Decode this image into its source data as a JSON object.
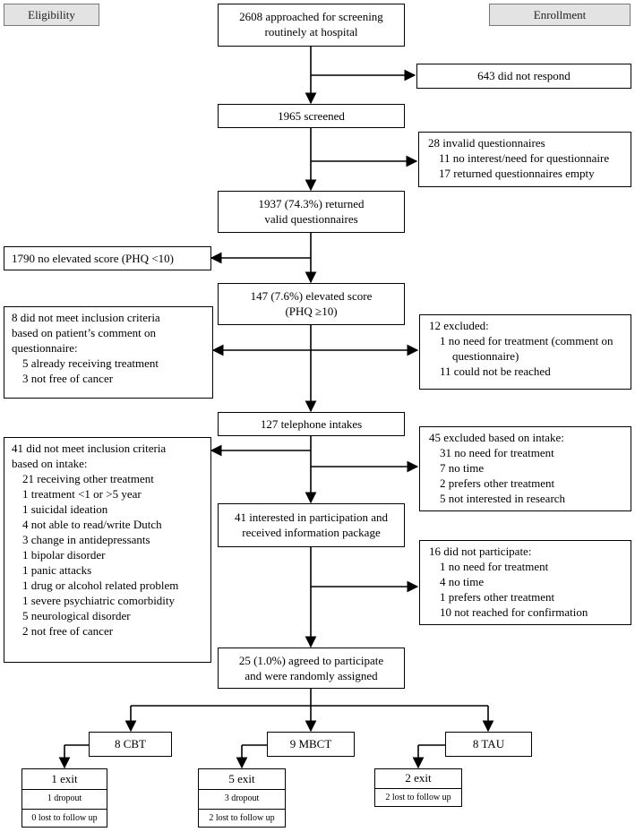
{
  "labels": {
    "eligibility": "Eligibility",
    "enrollment": "Enrollment"
  },
  "steps": {
    "approached": [
      "2608 approached for screening",
      "routinely at hospital"
    ],
    "not_respond": "643 did not respond",
    "screened": "1965 screened",
    "invalid": {
      "title": "28 invalid questionnaires",
      "items": [
        "11 no interest/need for questionnaire",
        "17 returned questionnaires empty"
      ]
    },
    "returned_valid": [
      "1937 (74.3%) returned",
      "valid questionnaires"
    ],
    "no_elevated": "1790 no elevated score (PHQ <10)",
    "elevated": [
      "147 (7.6%) elevated score",
      "(PHQ ≥10)"
    ],
    "inclusion_comment": {
      "title": [
        "8 did not meet inclusion criteria",
        "based on patient’s comment on",
        "questionnaire:"
      ],
      "items": [
        "5 already receiving treatment",
        "3 not free of cancer"
      ]
    },
    "excluded_12": {
      "title": "12 excluded:",
      "items": [
        "1 no need for treatment (comment on",
        "questionnaire)",
        "11 could not be reached"
      ]
    },
    "telephone": "127 telephone intakes",
    "inclusion_intake": {
      "title": [
        "41 did not meet inclusion criteria",
        "based on intake:"
      ],
      "items": [
        "21 receiving other treatment",
        "1 treatment <1 or >5 year",
        "1 suicidal ideation",
        "4 not able to read/write Dutch",
        "3 change in antidepressants",
        "1 bipolar disorder",
        "1 panic attacks",
        "1 drug or alcohol related problem",
        "1 severe psychiatric comorbidity",
        "5 neurological disorder",
        "2 not free of cancer"
      ]
    },
    "excluded_45": {
      "title": "45 excluded based on intake:",
      "items": [
        "31 no need for treatment",
        "7 no time",
        "2 prefers other treatment",
        "5 not interested in research"
      ]
    },
    "interested": [
      "41 interested in participation and",
      "received information package"
    ],
    "not_participate": {
      "title": "16 did not participate:",
      "items": [
        "1 no need for treatment",
        "4 no time",
        "1 prefers other treatment",
        "10 not reached for confirmation"
      ]
    },
    "agreed": [
      "25 (1.0%) agreed to participate",
      "and were randomly assigned"
    ]
  },
  "arms": [
    {
      "name": "8 CBT",
      "exit": "1 exit",
      "dropout": "1 dropout",
      "lost": "0 lost to follow up"
    },
    {
      "name": "9 MBCT",
      "exit": "5 exit",
      "dropout": "3 dropout",
      "lost": "2 lost to follow up"
    },
    {
      "name": "8 TAU",
      "exit": "2 exit",
      "lost": "2 lost to follow up"
    }
  ]
}
